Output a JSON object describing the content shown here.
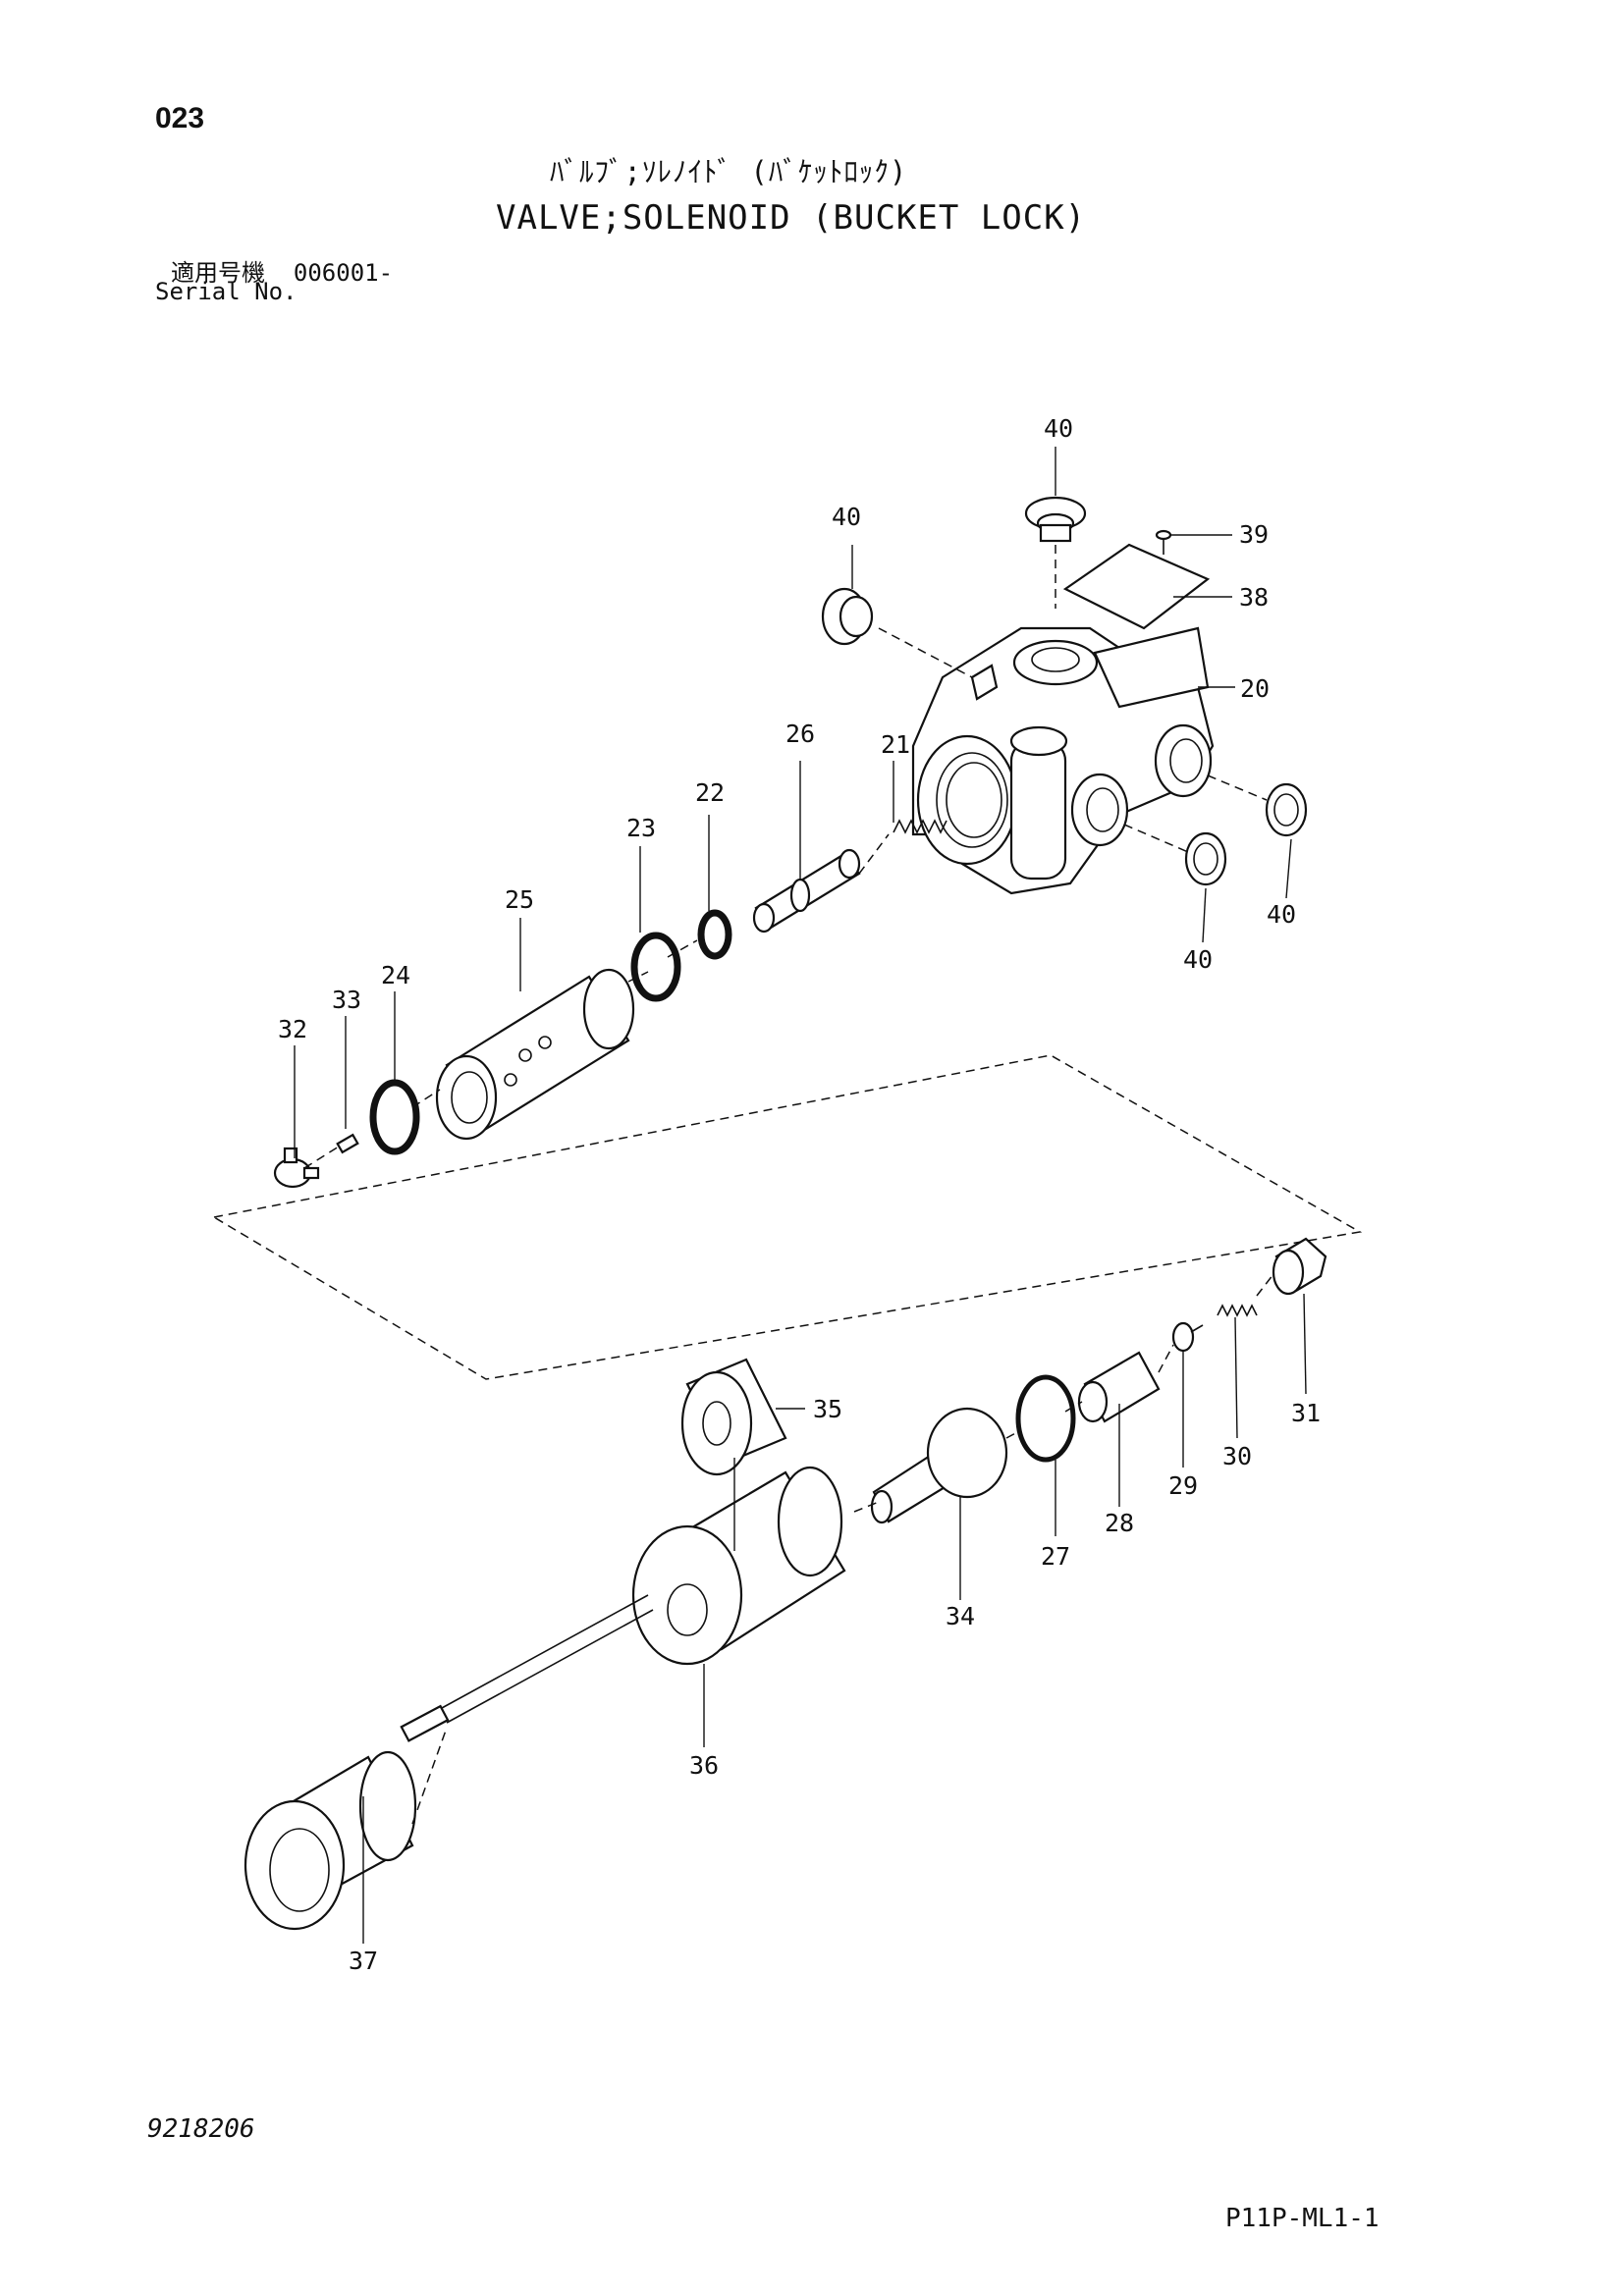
{
  "header": {
    "page_number": "023",
    "title_jp": "ﾊﾞﾙﾌﾞ;ｿﾚﾉｲﾄﾞ (ﾊﾞｹｯﾄﾛｯｸ)",
    "title_en": "VALVE;SOLENOID (BUCKET LOCK)",
    "serial_label_jp": "適用号機",
    "serial_value": "006001-",
    "serial_label_en": "Serial No."
  },
  "callouts": {
    "c40a": "40",
    "c40b": "40",
    "c39": "39",
    "c38": "38",
    "c20": "20",
    "c40c": "40",
    "c40d": "40",
    "c21": "21",
    "c26": "26",
    "c22": "22",
    "c23": "23",
    "c25": "25",
    "c24": "24",
    "c33": "33",
    "c32": "32",
    "c35": "35",
    "c31": "31",
    "c30": "30",
    "c29": "29",
    "c28": "28",
    "c27": "27",
    "c34": "34",
    "c36": "36",
    "c37": "37"
  },
  "footer": {
    "doc_id": "9218206",
    "page_code": "P11P-ML1-1"
  }
}
